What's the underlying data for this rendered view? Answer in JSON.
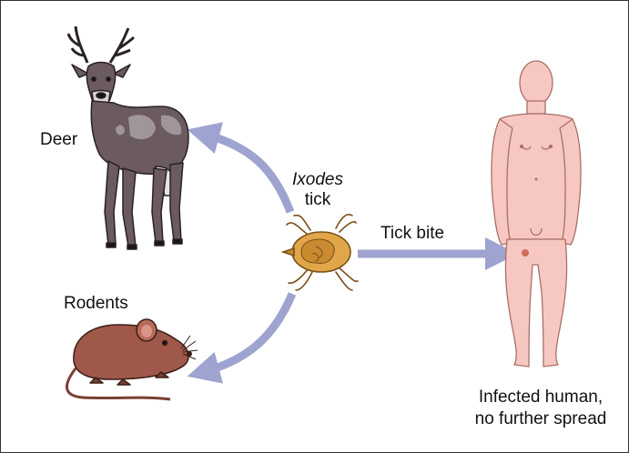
{
  "labels": {
    "deer": "Deer",
    "rodents": "Rodents",
    "tick_genus": "Ixodes",
    "tick_word": "tick",
    "tick_bite": "Tick bite",
    "human_line1": "Infected human,",
    "human_line2": "no further spread"
  },
  "colors": {
    "arrow": "#9ea3cf",
    "deer_body": "#6b5a5e",
    "deer_patch": "#a0959a",
    "mouse_body": "#a0584a",
    "tick_body": "#e1a64a",
    "human_skin": "#f7c8c2",
    "bite_mark": "#d46a58"
  }
}
